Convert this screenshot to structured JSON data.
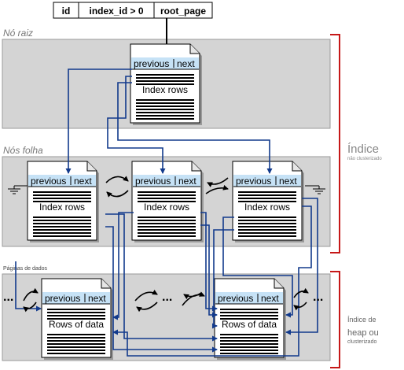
{
  "header": {
    "col1": "id",
    "col2": "index_id > 0",
    "col3": "root_page"
  },
  "levels": {
    "root": "Nó raiz",
    "leaf": "Nós folha",
    "data": "Páginas de dados"
  },
  "page": {
    "previous": "previous",
    "next": "next",
    "index_rows": "Index rows",
    "rows_of_data": "Rows of data"
  },
  "ellipsis": "...",
  "side_labels": {
    "index_big": "Índice",
    "index_small": "não clusterizado",
    "heap_line1": "Índice de",
    "heap_line2": "heap ou",
    "heap_line3": "clusterizado"
  },
  "colors": {
    "band": "#d4d4d4",
    "header_strip": "#c6e2f6",
    "arrow": "#123a8c",
    "bracket": "#c61818"
  }
}
